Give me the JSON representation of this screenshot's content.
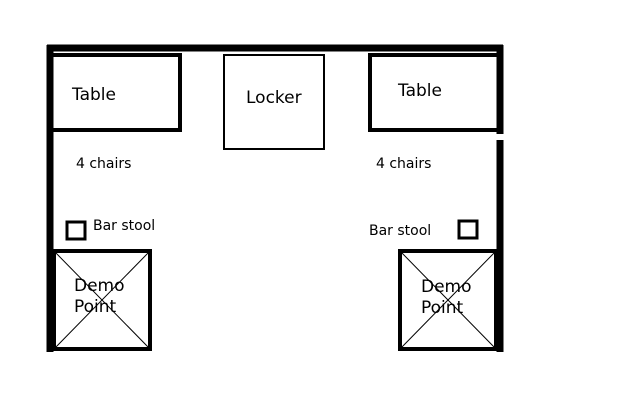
{
  "labels": {
    "table_left": "Table",
    "locker": "Locker",
    "table_right": "Table",
    "chairs_left": "4 chairs",
    "chairs_right": "4 chairs",
    "bar_stool_left": "Bar stool",
    "bar_stool_right": "Bar stool",
    "demo_left_line1": "Demo",
    "demo_left_line2": "Point",
    "demo_right_line1": "Demo",
    "demo_right_line2": "Point"
  },
  "colors": {
    "stroke": "#000000",
    "background": "#ffffff"
  }
}
